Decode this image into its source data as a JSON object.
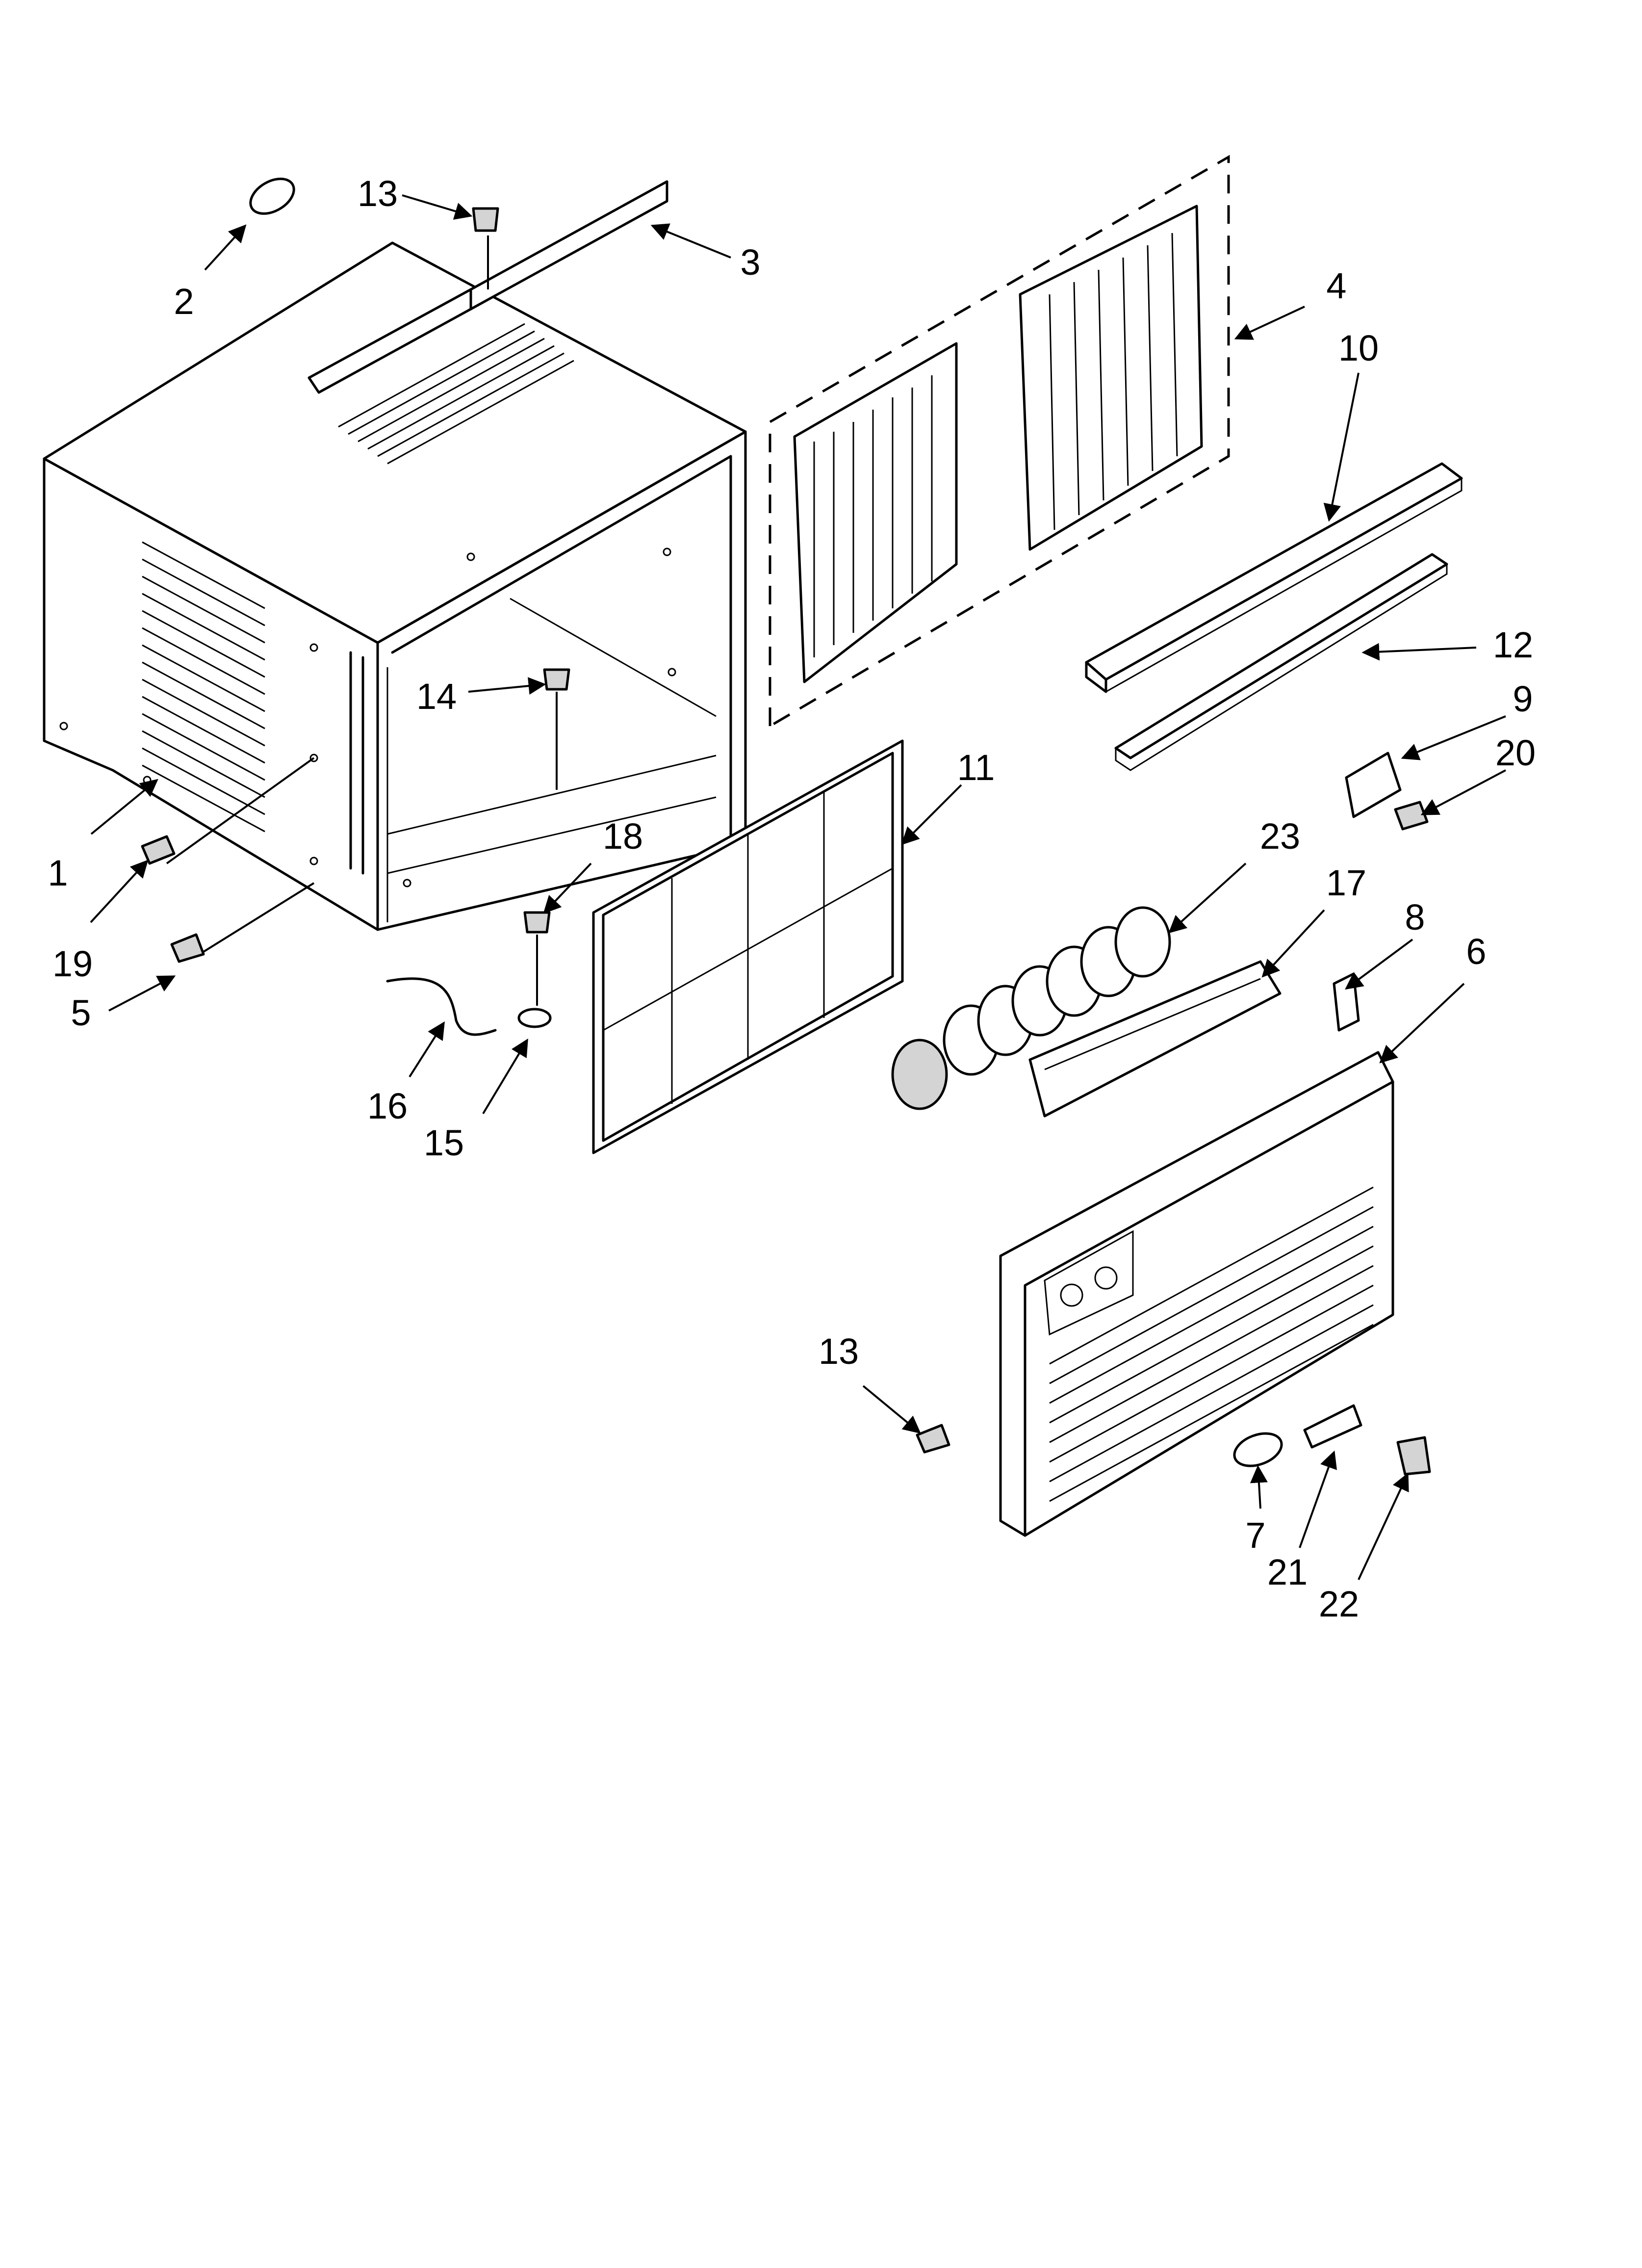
{
  "diagram": {
    "callouts": [
      {
        "id": "c1",
        "label": "1"
      },
      {
        "id": "c2",
        "label": "2"
      },
      {
        "id": "c3",
        "label": "3"
      },
      {
        "id": "c4",
        "label": "4"
      },
      {
        "id": "c5",
        "label": "5"
      },
      {
        "id": "c6",
        "label": "6"
      },
      {
        "id": "c7",
        "label": "7"
      },
      {
        "id": "c8",
        "label": "8"
      },
      {
        "id": "c9",
        "label": "9"
      },
      {
        "id": "c10",
        "label": "10"
      },
      {
        "id": "c11",
        "label": "11"
      },
      {
        "id": "c12",
        "label": "12"
      },
      {
        "id": "c13a",
        "label": "13"
      },
      {
        "id": "c13b",
        "label": "13"
      },
      {
        "id": "c14",
        "label": "14"
      },
      {
        "id": "c15",
        "label": "15"
      },
      {
        "id": "c16",
        "label": "16"
      },
      {
        "id": "c17",
        "label": "17"
      },
      {
        "id": "c18",
        "label": "18"
      },
      {
        "id": "c19",
        "label": "19"
      },
      {
        "id": "c20",
        "label": "20"
      },
      {
        "id": "c21",
        "label": "21"
      },
      {
        "id": "c22",
        "label": "22"
      },
      {
        "id": "c23",
        "label": "23"
      }
    ]
  }
}
